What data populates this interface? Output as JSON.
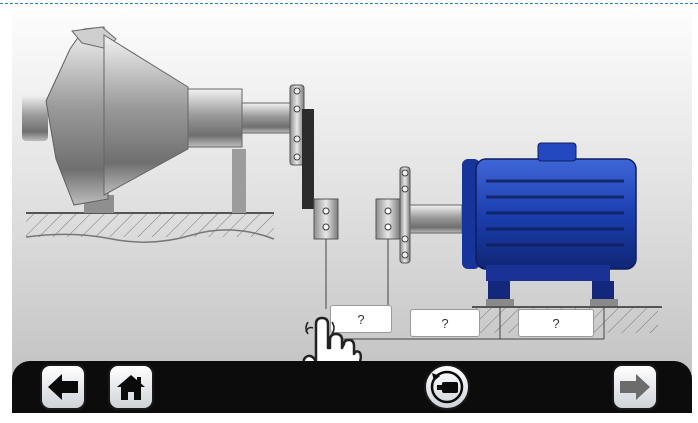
{
  "app": {
    "screen_title": ""
  },
  "measurements": {
    "boxes": [
      {
        "id": "box1",
        "value": "?"
      },
      {
        "id": "box2",
        "value": "?"
      },
      {
        "id": "box3",
        "value": "?"
      }
    ]
  },
  "toolbar": {
    "buttons": [
      {
        "name": "back-button",
        "icon": "arrow-left-icon"
      },
      {
        "name": "home-button",
        "icon": "house-icon"
      },
      {
        "name": "rotate-machine-button",
        "icon": "rotate-motor-icon"
      },
      {
        "name": "next-button",
        "icon": "arrow-right-icon"
      }
    ]
  },
  "colors": {
    "toolbar_bg": "#0c0c0c",
    "motor_blue": "#1a3ca8",
    "metal_gray": "#a7a7a7",
    "accent_dotted_line": "#3a78c2"
  }
}
